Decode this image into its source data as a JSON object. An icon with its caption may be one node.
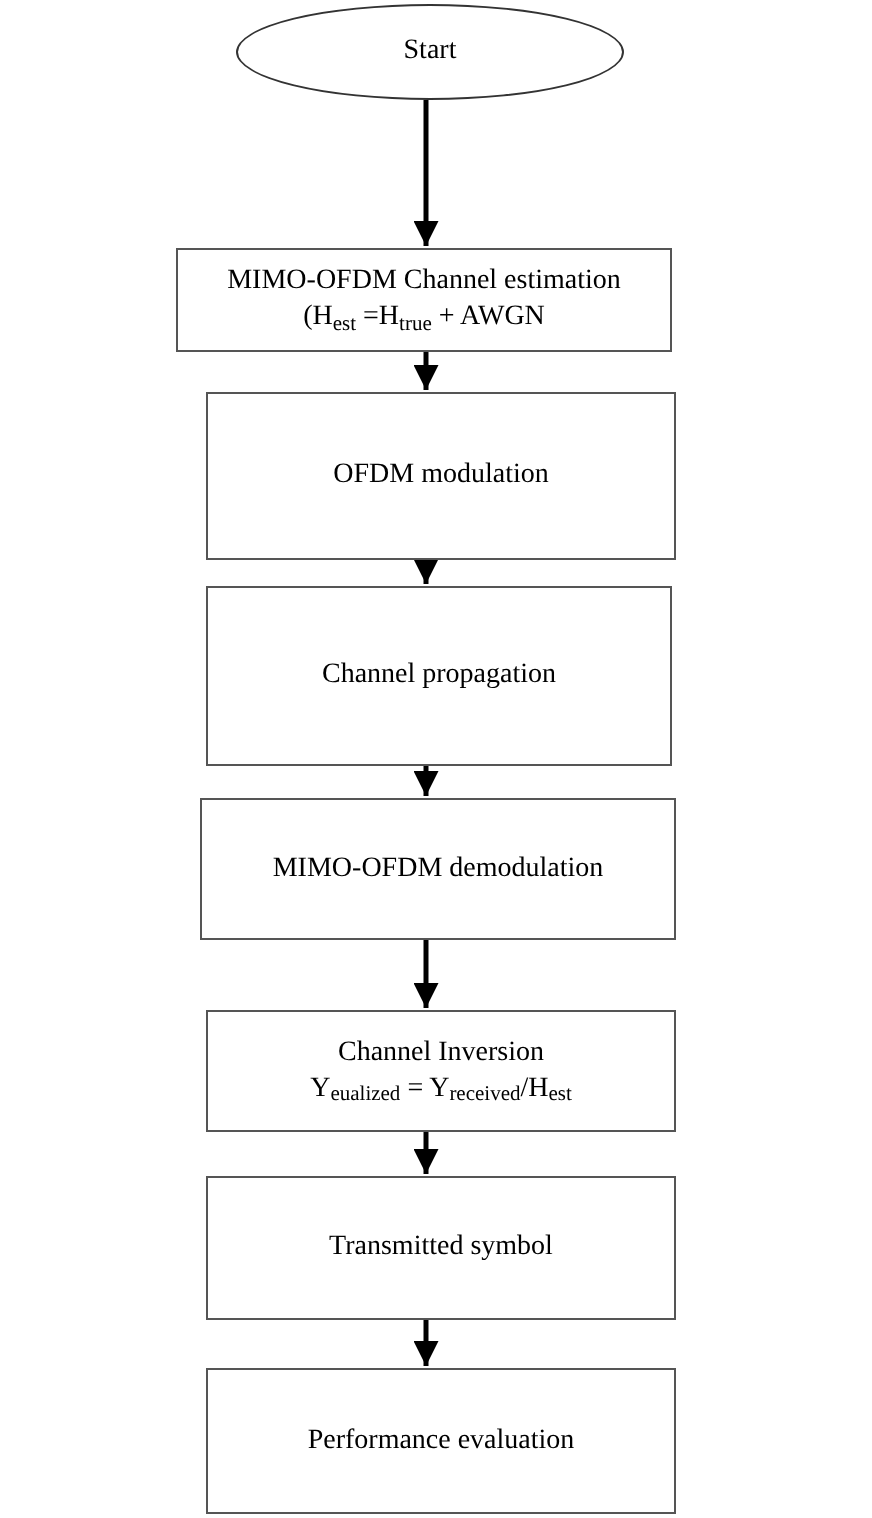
{
  "diagram": {
    "nodes": [
      {
        "text": [
          "Start"
        ]
      },
      {
        "text": [
          "MIMO-OFDM Channel estimation",
          "(H$_{est}$ =H$_{true}$ + AWGN"
        ]
      },
      {
        "text": [
          "OFDM modulation"
        ]
      },
      {
        "text": [
          "Channel propagation"
        ]
      },
      {
        "text": [
          "MIMO-OFDM demodulation"
        ]
      },
      {
        "text": [
          "Channel Inversion",
          "Y$_{eualized}$ = Y$_{received}$/H$_{est}$"
        ]
      },
      {
        "text": [
          "Transmitted symbol"
        ]
      },
      {
        "text": [
          "Performance evaluation"
        ]
      }
    ],
    "edges": [
      {
        "from": 0,
        "to": 1,
        "arrow": "to"
      },
      {
        "from": 1,
        "to": 2,
        "arrow": "to"
      },
      {
        "from": 2,
        "to": 3,
        "arrow": "to"
      },
      {
        "from": 3,
        "to": 4,
        "arrow": "to"
      },
      {
        "from": 4,
        "to": 5,
        "arrow": "to"
      },
      {
        "from": 5,
        "to": 6,
        "arrow": "to"
      },
      {
        "from": 6,
        "to": 7,
        "arrow": "to"
      }
    ]
  }
}
